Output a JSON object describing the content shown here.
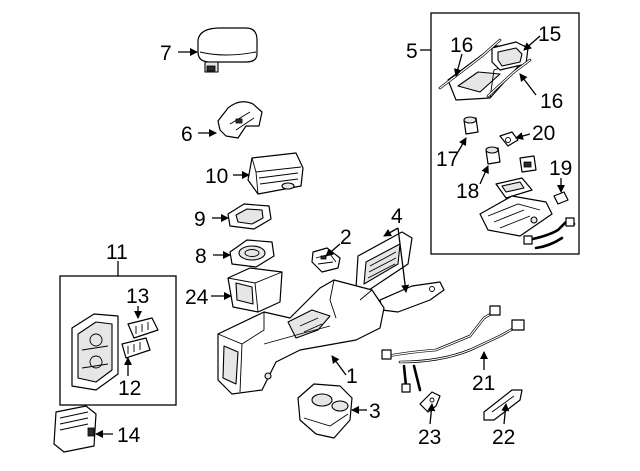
{
  "diagram": {
    "callouts": {
      "c1": "1",
      "c2": "2",
      "c3": "3",
      "c4": "4",
      "c5": "5",
      "c6": "6",
      "c7": "7",
      "c8": "8",
      "c9": "9",
      "c10": "10",
      "c11": "11",
      "c12": "12",
      "c13": "13",
      "c14": "14",
      "c15": "15",
      "c16a": "16",
      "c16b": "16",
      "c17": "17",
      "c18": "18",
      "c19": "19",
      "c20": "20",
      "c21": "21",
      "c22": "22",
      "c23": "23",
      "c24": "24"
    },
    "colors": {
      "line": "#000000",
      "fill": "#ffffff",
      "shade": "#e6e6e6",
      "background": "#ffffff"
    }
  }
}
